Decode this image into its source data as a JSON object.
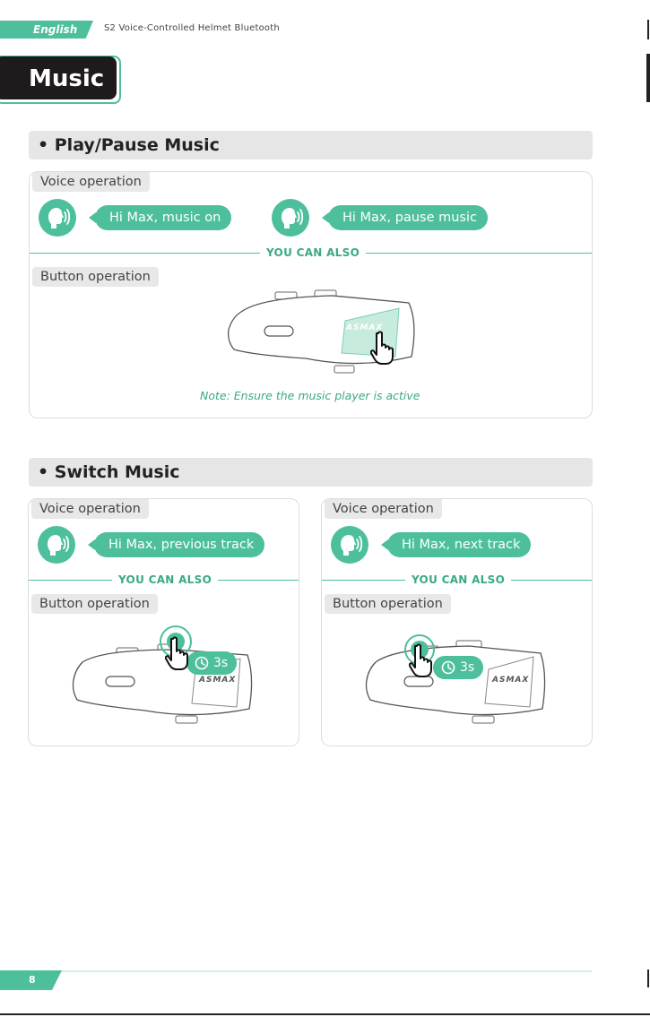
{
  "header": {
    "language": "English",
    "doc_title": "S2 Voice-Controlled Helmet Bluetooth",
    "page_title": "Music"
  },
  "colors": {
    "accent": "#4dbf9c",
    "dark": "#1f1a1c",
    "panel": "#e6e6e6"
  },
  "sections": {
    "play_pause": {
      "title": "• Play/Pause Music",
      "voice_label": "Voice operation",
      "command_1": "Hi Max, music on",
      "command_2": "Hi Max, pause music",
      "also": "YOU CAN ALSO",
      "button_label": "Button operation",
      "device_brand": "ASMAX",
      "note": "Note: Ensure the music player is active"
    },
    "switch": {
      "title": "• Switch Music",
      "previous": {
        "voice_label": "Voice operation",
        "command": "Hi Max, previous track",
        "also": "YOU CAN ALSO",
        "button_label": "Button operation",
        "hold_time": "3s",
        "device_brand": "ASMAX"
      },
      "next": {
        "voice_label": "Voice operation",
        "command": "Hi Max, next track",
        "also": "YOU CAN ALSO",
        "button_label": "Button operation",
        "hold_time": "3s",
        "device_brand": "ASMAX"
      }
    }
  },
  "icons": {
    "voice": "speaking-head-icon",
    "hand": "pointing-hand-icon",
    "clock": "clock-icon"
  },
  "footer": {
    "page_number": "8"
  }
}
